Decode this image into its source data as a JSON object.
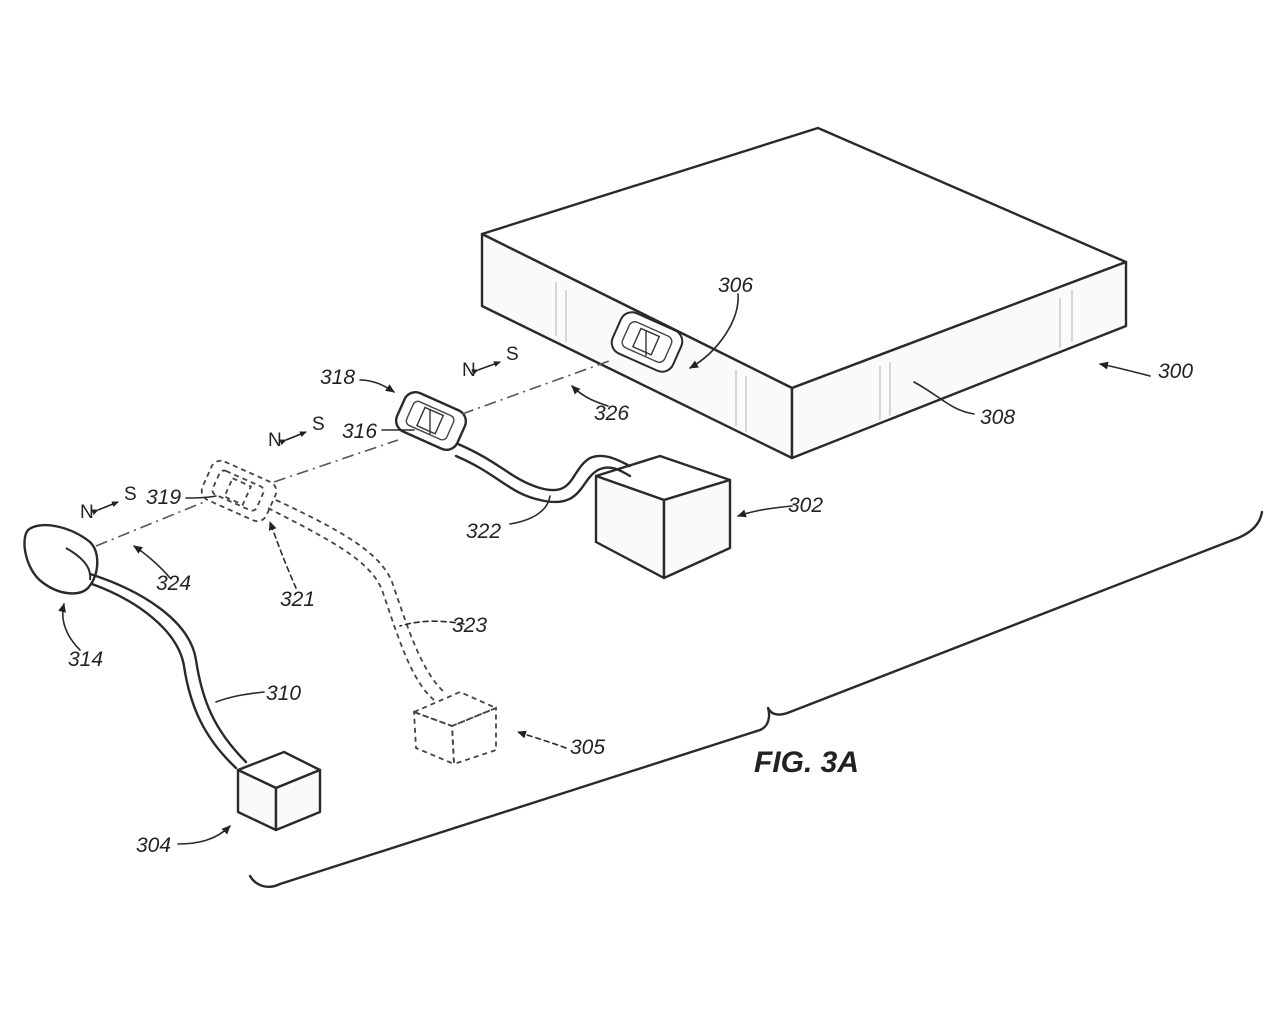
{
  "figure_title": "FIG. 3A",
  "labels": {
    "mat": "300",
    "base_device": "302",
    "device_304": "304",
    "ghost_device": "305",
    "mat_connector": "306",
    "mat_surface": "308",
    "cable_310": "310",
    "plug_314": "314",
    "magnet_316": "316",
    "plug_318": "318",
    "magnet_319": "319",
    "ghost_plug": "321",
    "cable_322": "322",
    "ghost_cable": "323",
    "path_324": "324",
    "path_326": "326"
  },
  "poles": {
    "north": "N",
    "south": "S"
  }
}
